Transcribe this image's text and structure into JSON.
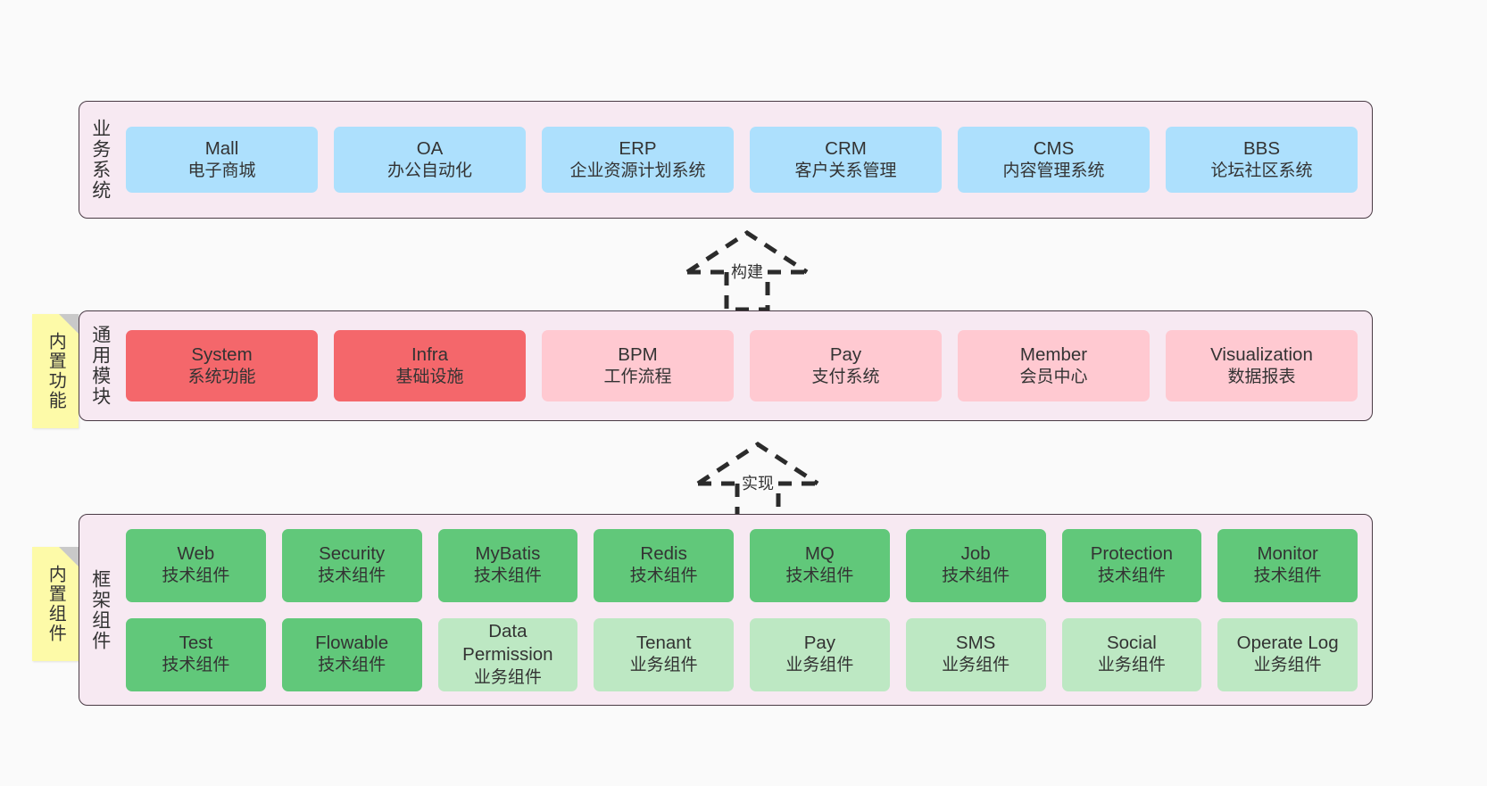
{
  "diagram": {
    "background_color": "#fafafa",
    "container_color": "#f7e9f2",
    "accent_colors": {
      "business": "#ade0fd",
      "core": "#f4676b",
      "optional": "#ffc9d1",
      "tech_component": "#61c87a",
      "biz_component": "#bde8c3",
      "sticky": "#fdfaa8"
    }
  },
  "layers": {
    "business": {
      "title": "业务系统",
      "cards": [
        {
          "name": "Mall",
          "desc": "电子商城"
        },
        {
          "name": "OA",
          "desc": "办公自动化"
        },
        {
          "name": "ERP",
          "desc": "企业资源计划系统"
        },
        {
          "name": "CRM",
          "desc": "客户关系管理"
        },
        {
          "name": "CMS",
          "desc": "内容管理系统"
        },
        {
          "name": "BBS",
          "desc": "论坛社区系统"
        }
      ]
    },
    "common": {
      "title": "通用模块",
      "sticky": "内置功能",
      "cards": [
        {
          "name": "System",
          "desc": "系统功能"
        },
        {
          "name": "Infra",
          "desc": "基础设施"
        },
        {
          "name": "BPM",
          "desc": "工作流程"
        },
        {
          "name": "Pay",
          "desc": "支付系统"
        },
        {
          "name": "Member",
          "desc": "会员中心"
        },
        {
          "name": "Visualization",
          "desc": "数据报表"
        }
      ]
    },
    "framework": {
      "title": "框架组件",
      "sticky": "内置组件",
      "row1": [
        {
          "name": "Web",
          "desc": "技术组件"
        },
        {
          "name": "Security",
          "desc": "技术组件"
        },
        {
          "name": "MyBatis",
          "desc": "技术组件"
        },
        {
          "name": "Redis",
          "desc": "技术组件"
        },
        {
          "name": "MQ",
          "desc": "技术组件"
        },
        {
          "name": "Job",
          "desc": "技术组件"
        },
        {
          "name": "Protection",
          "desc": "技术组件"
        },
        {
          "name": "Monitor",
          "desc": "技术组件"
        }
      ],
      "row2": [
        {
          "name": "Test",
          "desc": "技术组件"
        },
        {
          "name": "Flowable",
          "desc": "技术组件"
        },
        {
          "name": "Data Permission",
          "desc": "业务组件"
        },
        {
          "name": "Tenant",
          "desc": "业务组件"
        },
        {
          "name": "Pay",
          "desc": "业务组件"
        },
        {
          "name": "SMS",
          "desc": "业务组件"
        },
        {
          "name": "Social",
          "desc": "业务组件"
        },
        {
          "name": "Operate Log",
          "desc": "业务组件"
        }
      ]
    }
  },
  "arrows": [
    {
      "id": "build",
      "label": "构建"
    },
    {
      "id": "impl",
      "label": "实现"
    }
  ]
}
